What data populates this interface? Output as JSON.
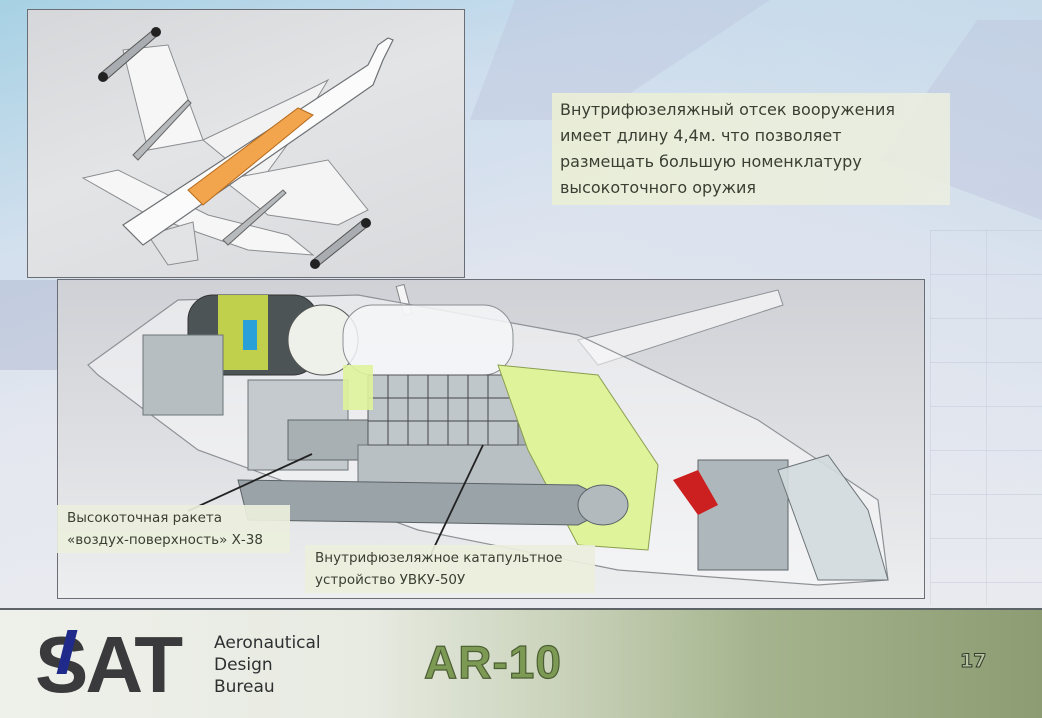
{
  "slide": {
    "page_number": "17",
    "colors": {
      "footer_gradient_start": "#eef0ea",
      "footer_gradient_end": "#8d9c72",
      "model_title": "#7d9a55",
      "logo_text": "#3a3a3c",
      "logo_slash": "#1f2a8a",
      "weapons_bay_highlight": "#f0a040",
      "equipment_highlight": "#dff39a"
    }
  },
  "callouts": {
    "weapons_bay": {
      "lines": [
        "Внутрифюзеляжный отсек вооружения",
        "имеет длину 4,4м. что позволяет",
        "размещать большую номенклатуру",
        "высокоточного оружия"
      ]
    },
    "missile": {
      "lines": [
        "Высокоточная ракета",
        "«воздух-поверхность» Х-38"
      ]
    },
    "catapult": {
      "lines": [
        "Внутрифюзеляжное катапультное",
        "устройство УВКУ-50У"
      ]
    }
  },
  "images": {
    "top": {
      "depicts": "underside view of aircraft with highlighted internal weapons bay and underwing missiles"
    },
    "bottom": {
      "depicts": "cutaway side view of aircraft showing engine, internal bay, Kh-38 missile and catapult launcher"
    }
  },
  "footer": {
    "logo": {
      "left": "S",
      "right": "AT"
    },
    "bureau_lines": [
      "Aeronautical",
      "Design",
      "Bureau"
    ],
    "model": "AR-10"
  }
}
